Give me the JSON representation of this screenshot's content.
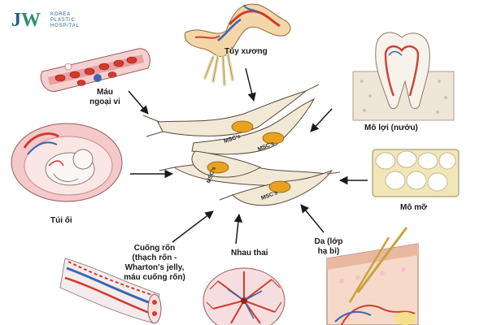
{
  "logo": {
    "mark_j": "J",
    "mark_w": "W",
    "line1": "KOREA",
    "line2": "PLASTIC",
    "line3": "HOSPITAL"
  },
  "center": {
    "cell_label": "MSC's"
  },
  "sources": {
    "bone_marrow": "Tủy xương",
    "peripheral_blood_1": "Máu",
    "peripheral_blood_2": "ngoại vi",
    "gum_tissue": "Mô lợi (nướu)",
    "amniotic_sac": "Túi ối",
    "fat_tissue": "Mô mỡ",
    "umbilical_1": "Cuống rốn",
    "umbilical_2": "(thạch rốn -",
    "umbilical_3": "Wharton's jelly,",
    "umbilical_4": "máu cuống rốn)",
    "placenta": "Nhau thai",
    "skin_1": "Da (lớp",
    "skin_2": "hạ bì)"
  },
  "colors": {
    "cell_body": "#f1e9d6",
    "nucleus": "#e7a21f",
    "arrow": "#1a1a1a",
    "vessel_red": "#d33a2c",
    "vessel_blue": "#3b66b3",
    "tissue_pink": "#f0b6b6"
  }
}
